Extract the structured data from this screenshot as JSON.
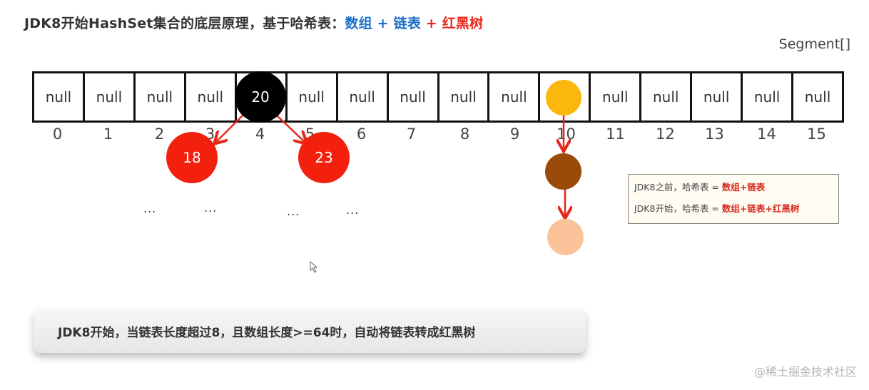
{
  "title": {
    "prefix": "JDK8开始HashSet集合的底层原理，基于哈希表：",
    "part_array": "数组",
    "plus1": " + ",
    "part_list": "链表",
    "plus2": " + ",
    "part_tree": "红黑树"
  },
  "segment_label": "Segment[]",
  "array": {
    "cells": [
      "null",
      "null",
      "null",
      "null",
      "",
      "null",
      "null",
      "null",
      "null",
      "null",
      "",
      "null",
      "null",
      "null",
      "null",
      "null"
    ],
    "indices": [
      "0",
      "1",
      "2",
      "3",
      "4",
      "5",
      "6",
      "7",
      "8",
      "9",
      "10",
      "11",
      "12",
      "13",
      "14",
      "15"
    ]
  },
  "tree": {
    "root": {
      "value": "20",
      "color": "#000000",
      "index": 4
    },
    "left": {
      "value": "18",
      "color": "#f2200d"
    },
    "right": {
      "value": "23",
      "color": "#f2200d"
    },
    "ellipses": [
      "...",
      "...",
      "...",
      "..."
    ]
  },
  "linked_list": {
    "index": 10,
    "nodes": [
      {
        "color": "#fbb70b"
      },
      {
        "color": "#9a4a08"
      },
      {
        "color": "#fbc39a"
      }
    ]
  },
  "infobox": {
    "line1_prefix": "JDK8之前，哈希表 = ",
    "line1_value": "数组+链表",
    "line2_prefix": "JDK8开始，哈希表 = ",
    "line2_value": "数组+链表+红黑树"
  },
  "banner": {
    "text": "JDK8开始，当链表长度超过8，且数组长度>=64时，自动将链表转成红黑树"
  },
  "watermark": "@稀土掘金技术社区",
  "colors": {
    "arrow": "#e8261a",
    "title_blue": "#1a6fc9",
    "title_red": "#e8261a"
  }
}
